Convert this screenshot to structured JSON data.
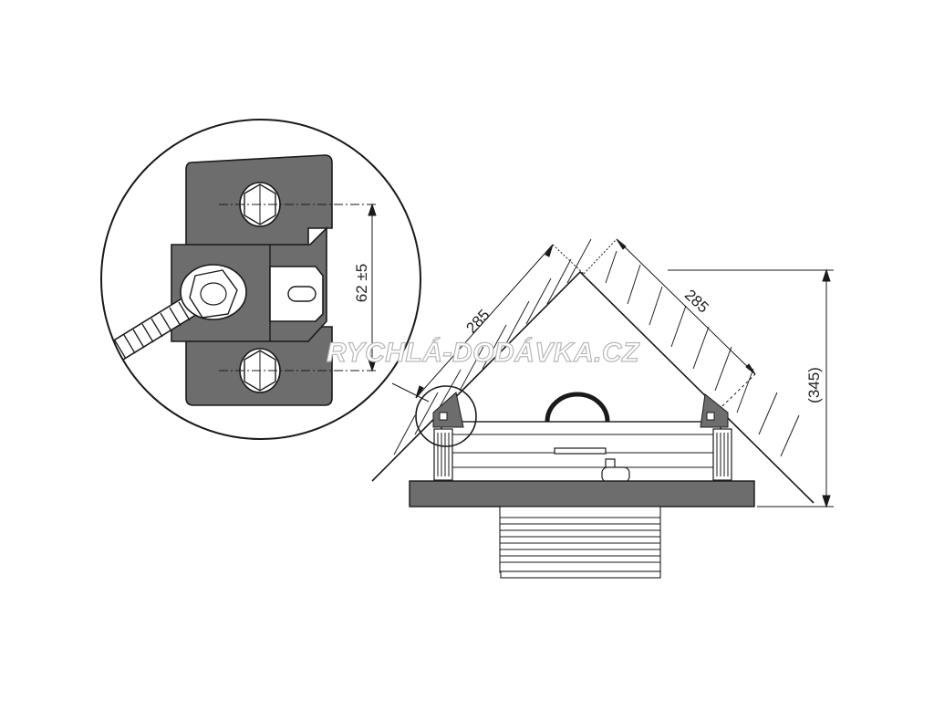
{
  "diagram": {
    "dimensions": {
      "left_slope": "285",
      "right_slope": "285",
      "height": "(345)",
      "bracket_spacing": "62 ±5"
    },
    "watermark": "RYCHLÁ-DODÁVKA.CZ",
    "colors": {
      "metal": "#6d6d6d",
      "line": "#1a1a1a",
      "watermark_outline": "#b8b8b8"
    }
  }
}
